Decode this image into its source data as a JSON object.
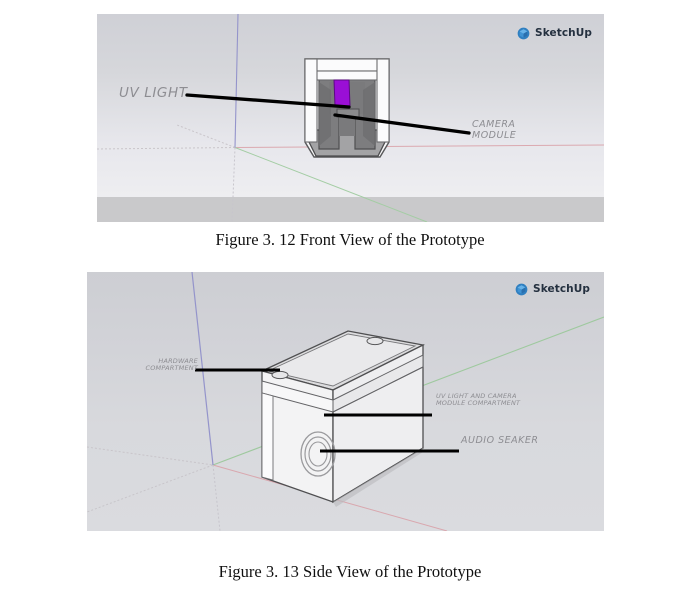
{
  "document": {
    "background_color": "#ffffff"
  },
  "figures": [
    {
      "id": "figure-1",
      "caption": "Figure 3. 12 Front View of the Prototype",
      "watermark": {
        "name": "SketchUp",
        "icon": "sketchup-cube-icon",
        "color": "#2c7fc4"
      },
      "viewport": {
        "background_color": "#d2d3d8",
        "ground_band_color": "#c9c9cb"
      },
      "axes": {
        "vertical_color": "#8e8ec6",
        "horizontal_color": "#d9a7ae",
        "depth_color": "#9ec99e"
      },
      "model": {
        "name": "prototype-front-view",
        "body_color": "#f7f7f8",
        "interior_color": "#7e7e80",
        "base_color": "#9f9fa1",
        "uv_light_color": "#9a0fd6"
      },
      "labels": [
        {
          "id": "uv-light",
          "text": "UV LIGHT"
        },
        {
          "id": "camera-module",
          "text": "CAMERA\nMODULE"
        }
      ]
    },
    {
      "id": "figure-2",
      "caption": "Figure 3. 13 Side View of the Prototype",
      "watermark": {
        "name": "SketchUp",
        "icon": "sketchup-cube-icon",
        "color": "#2c7fc4"
      },
      "viewport": {
        "background_color": "#d2d3d8"
      },
      "axes": {
        "vertical_color": "#8e8ec6",
        "horizontal_color": "#d9a7ae",
        "depth_color": "#9ec99e"
      },
      "model": {
        "name": "prototype-side-view",
        "body_color": "#f4f4f5",
        "top_face_color": "#dedee0",
        "side_face_color": "#ececee",
        "shadow_color": "#8a929c",
        "speaker_name": "audio-speaker-grille"
      },
      "labels": [
        {
          "id": "hardware-compartment",
          "text": "HARDWARE\nCOMPARTMENT"
        },
        {
          "id": "uv-camera-compartment",
          "text": "UV LIGHT AND CAMERA\nMODULE COMPARTMENT"
        },
        {
          "id": "audio-speaker",
          "text": "AUDIO SEAKER"
        }
      ]
    }
  ]
}
